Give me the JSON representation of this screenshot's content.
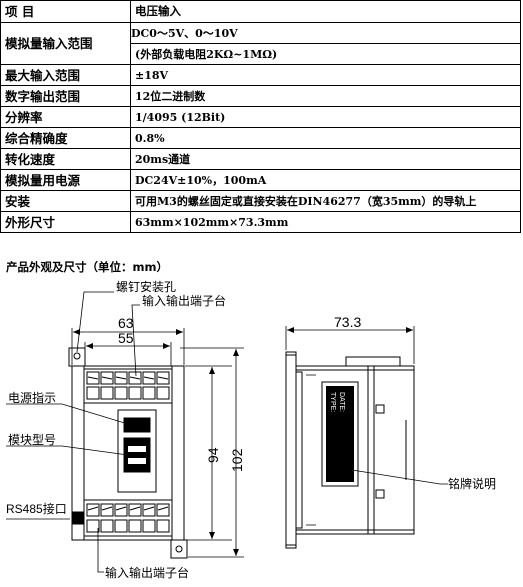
{
  "spec_table": {
    "header": {
      "label": "项  目",
      "value": "电压输入"
    },
    "rows": [
      {
        "label": "模拟量输入范围",
        "values": [
          "DC0～5V、0～10V",
          "(外部负载电阻2KΩ~1MΩ)"
        ]
      },
      {
        "label": "最大输入范围",
        "values": [
          "±18V"
        ]
      },
      {
        "label": "数字输出范围",
        "values": [
          "12位二进制数"
        ]
      },
      {
        "label": "分辨率",
        "values": [
          "1/4095 (12Bit)"
        ]
      },
      {
        "label": "综合精确度",
        "values": [
          "0.8%"
        ]
      },
      {
        "label": "转化速度",
        "values": [
          "20ms通道"
        ]
      },
      {
        "label": "模拟量用电源",
        "values": [
          "DC24V±10%，100mA"
        ]
      },
      {
        "label": "安装",
        "values": [
          "可用M3的螺丝固定或直接安装在DIN46277（宽35mm）的导轨上"
        ]
      },
      {
        "label": "外形尺寸",
        "values": [
          "63mm×102mm×73.3mm"
        ]
      }
    ]
  },
  "drawing": {
    "section_title": "产品外观及尺寸（单位：mm）",
    "callouts": {
      "screw_hole": "螺钉安装孔",
      "io_terminal_top": "输入输出端子台",
      "power_indicator": "电源指示",
      "module_model": "模块型号",
      "rs485_port": "RS485接口",
      "io_terminal_bottom": "输入输出端子台",
      "nameplate": "铭牌说明"
    },
    "dimensions": {
      "width_63": "63",
      "width_55": "55",
      "height_94": "94",
      "height_102": "102",
      "depth_73_3": "73.3"
    },
    "label_texts": [
      "TYPE:",
      "DATE:"
    ]
  }
}
